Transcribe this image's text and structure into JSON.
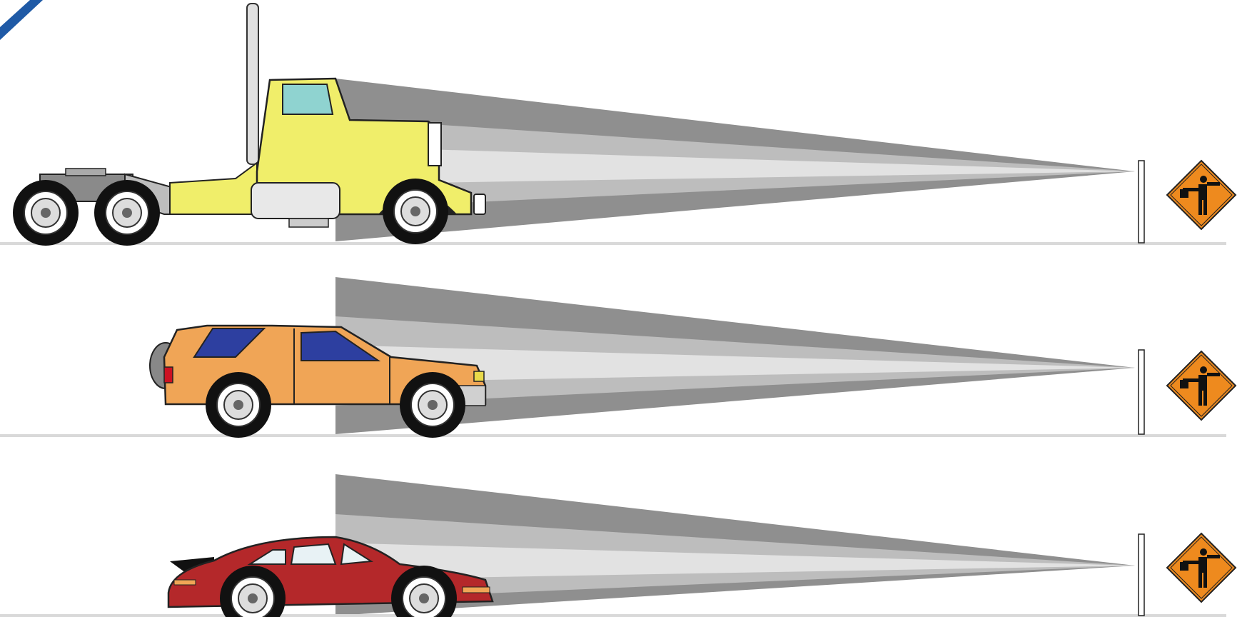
{
  "scene": {
    "rows": [
      {
        "vehicle": "truck",
        "vehicle_color": "#f0ee6a",
        "sign": "flagger-sign"
      },
      {
        "vehicle": "suv",
        "vehicle_color": "#f0a556",
        "sign": "flagger-sign"
      },
      {
        "vehicle": "sports-car",
        "vehicle_color": "#b4282a",
        "sign": "flagger-sign"
      }
    ],
    "colors": {
      "beam_outer": "#8f8f8f",
      "beam_mid": "#bdbdbd",
      "beam_inner": "#e2e2e2",
      "ground": "#d9d9d9",
      "sign_fill": "#ee8a1e",
      "corner_stripe": "#1f5aa6"
    }
  }
}
